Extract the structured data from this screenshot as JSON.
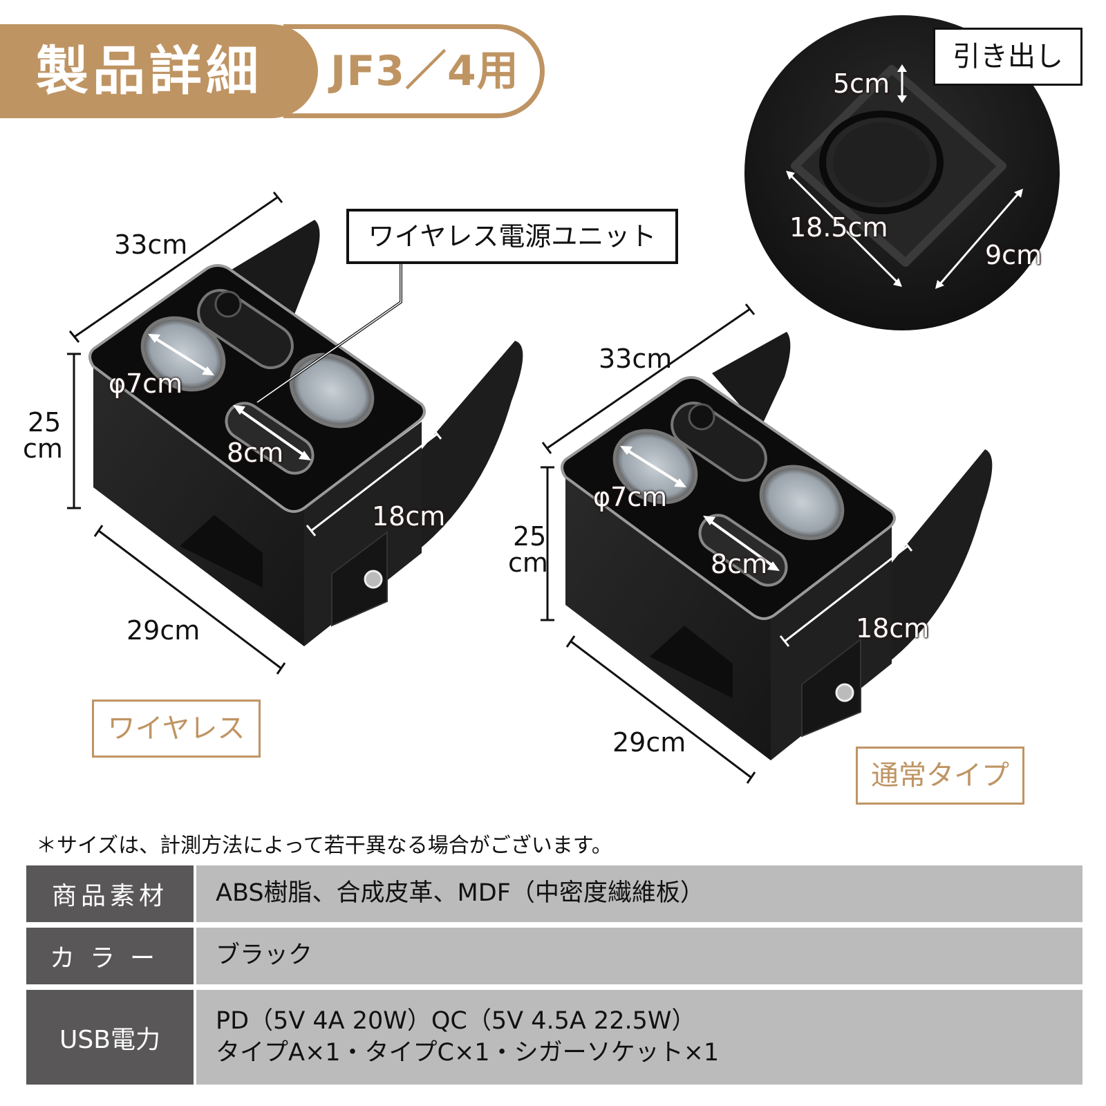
{
  "header": {
    "title": "製品詳細",
    "subtitle": "JF3／4用"
  },
  "colors": {
    "accent": "#BF9463",
    "table_key_bg": "#595758",
    "table_value_bg": "#BBBBBB",
    "product": "#1c1c1c"
  },
  "callout": {
    "label": "ワイヤレス電源ユニット"
  },
  "inset": {
    "label": "引き出し",
    "dimensions": {
      "height": "5cm",
      "length": "18.5cm",
      "width": "9cm"
    }
  },
  "products": [
    {
      "tag": "ワイヤレス",
      "dimensions": {
        "length_top": "33cm",
        "height_value": "25",
        "height_unit": "cm",
        "cup_diameter": "φ7cm",
        "slot_length": "8cm",
        "width": "18cm",
        "base_length": "29cm"
      }
    },
    {
      "tag": "通常タイプ",
      "dimensions": {
        "length_top": "33cm",
        "height_value": "25",
        "height_unit": "cm",
        "cup_diameter": "φ7cm",
        "slot_length": "8cm",
        "width": "18cm",
        "base_length": "29cm"
      }
    }
  ],
  "note": "＊サイズは、計測方法によって若干異なる場合がございます。",
  "specs": [
    {
      "key": "商品素材",
      "values": [
        "ABS樹脂、合成皮革、MDF（中密度繊維板）"
      ]
    },
    {
      "key": "カラー",
      "values": [
        "ブラック"
      ]
    },
    {
      "key": "USB電力",
      "values": [
        "PD（5V 4A 20W）QC（5V 4.5A 22.5W）",
        "タイプA×1・タイプC×1・シガーソケット×1"
      ]
    }
  ]
}
